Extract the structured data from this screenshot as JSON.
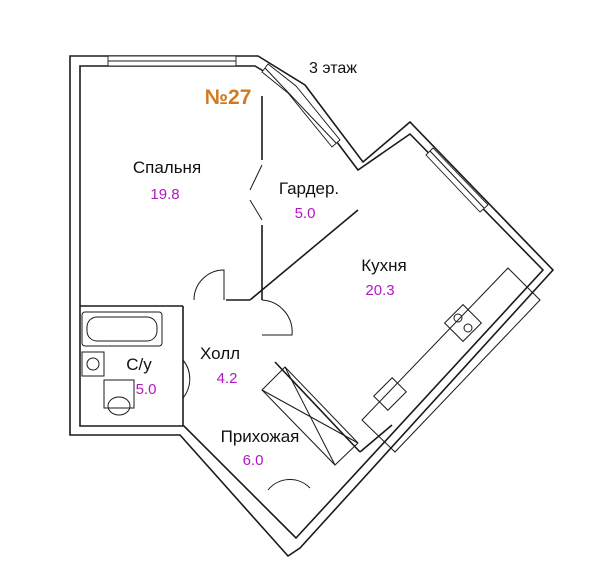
{
  "plan": {
    "floor_label": "3 этаж",
    "apartment_number": "№27",
    "colors": {
      "apartment_number": "#d17a22",
      "area": "#b217c4",
      "walls": "#1a1a1a"
    },
    "rooms": [
      {
        "key": "bedroom",
        "name": "Спальня",
        "area": "19.8"
      },
      {
        "key": "wardrobe",
        "name": "Гардер.",
        "area": "5.0"
      },
      {
        "key": "kitchen",
        "name": "Кухня",
        "area": "20.3"
      },
      {
        "key": "bathroom",
        "name": "С/у",
        "area": "5.0"
      },
      {
        "key": "hall",
        "name": "Холл",
        "area": "4.2"
      },
      {
        "key": "entrance",
        "name": "Прихожая",
        "area": "6.0"
      }
    ]
  }
}
